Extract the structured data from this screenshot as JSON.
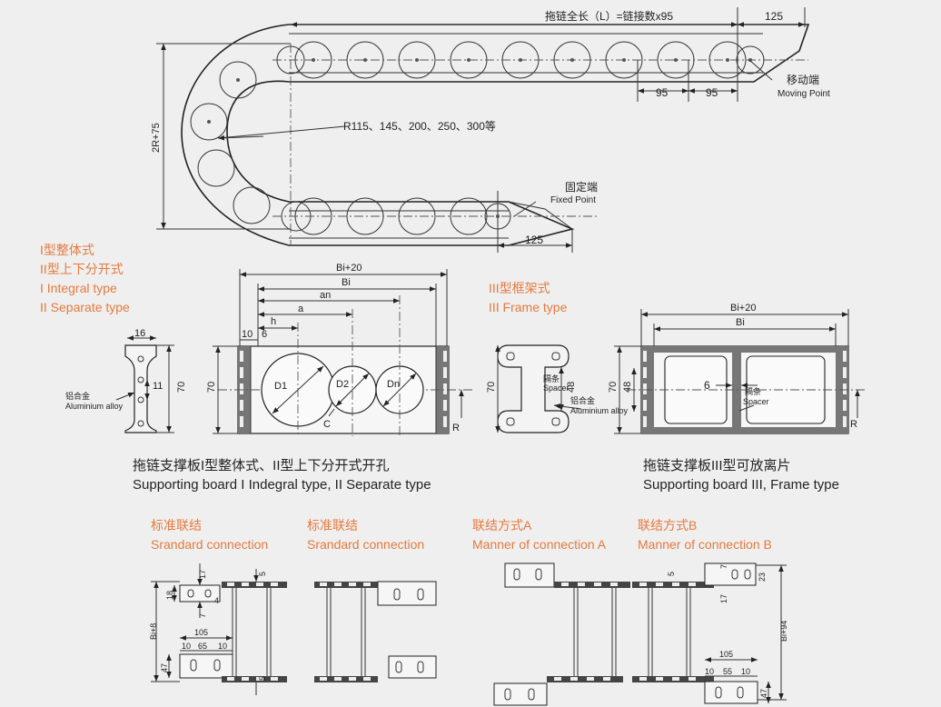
{
  "top_diagram": {
    "total_length_label": "拖链全长（L）=链接数x95",
    "dim_125_top": "125",
    "moving_cn": "移动端",
    "moving_en": "Moving Point",
    "dim_95a": "95",
    "dim_95b": "95",
    "radius_label": "R115、145、200、250、300等",
    "height_label": "2R+75",
    "fixed_cn": "固定端",
    "fixed_en": "Fixed Point",
    "dim_125_bottom": "125"
  },
  "type_titles": {
    "t1_cn": "I型整体式",
    "t2_cn": "II型上下分开式",
    "t1_en": "I Integral type",
    "t2_en": "II Separate type",
    "t3_cn": "III型框架式",
    "t3_en": "III Frame type"
  },
  "board_left": {
    "dim_16": "16",
    "dim_11": "11",
    "dim_70_side": "70",
    "alloy_cn": "铝合金",
    "alloy_en": "Aluminium alloy",
    "dim_bi20": "Bi+20",
    "dim_bi": "Bi",
    "dim_an": "an",
    "dim_a": "a",
    "dim_h": "h",
    "dim_10": "10",
    "dim_6": "6",
    "dim_70_front": "70",
    "d1": "D1",
    "d2": "D2",
    "dn": "Dn",
    "c": "C",
    "r": "R",
    "caption_cn": "拖链支撑板I型整体式、II型上下分开式开孔",
    "caption_en": "Supporting board I Indegral type, II Separate type"
  },
  "board_right": {
    "dim_70": "70",
    "dim_48_side": "48",
    "spacer_cn": "隔条",
    "spacer_en": "Spacer",
    "alloy_cn": "铝合金",
    "alloy_en": "Aluminium alloy",
    "dim_bi20": "Bi+20",
    "dim_bi": "Bi",
    "dim_70_front": "70",
    "dim_48_front": "48",
    "dim_6": "6",
    "spacer2_cn": "隔条",
    "spacer2_en": "Spacer",
    "r": "R",
    "caption_cn": "拖链支撑板III型可放离片",
    "caption_en": "Supporting board III, Frame type"
  },
  "connections": {
    "std1_cn": "标准联结",
    "std1_en": "Srandard connection",
    "std2_cn": "标准联结",
    "std2_en": "Srandard connection",
    "a_cn": "联结方式A",
    "a_en": "Manner of connection A",
    "b_cn": "联结方式B",
    "b_en": "Manner of connection B",
    "dim_17": "17",
    "dim_4": "4",
    "dim_7": "7",
    "dim_18": "18",
    "dim_5a": "5",
    "dim_5b": "5",
    "dim_bi8": "Bi+8",
    "dim_105": "105",
    "dim_10a": "10",
    "dim_65": "65",
    "dim_10b": "10",
    "dim_47": "47",
    "b_dim_7": "7",
    "b_dim_23": "23",
    "b_dim_5": "5",
    "b_dim_17": "17",
    "b_dim_bi94": "Bi+94",
    "b_dim_105": "105",
    "b_dim_10a": "10",
    "b_dim_55": "55",
    "b_dim_10b": "10",
    "b_dim_47": "47"
  }
}
